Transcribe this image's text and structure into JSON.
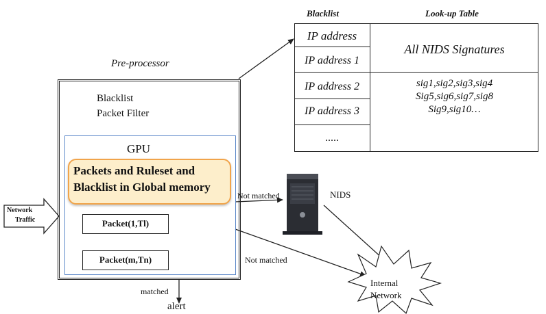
{
  "table": {
    "blacklist_header": "Blacklist",
    "lookup_header": "Look-up Table",
    "blacklist_rows": [
      "IP address",
      "IP address 1",
      "IP address 2",
      "IP address 3",
      "....."
    ],
    "lookup_top": "All NIDS Signatures",
    "signature_lines": [
      "sig1,sig2,sig3,sig4",
      "Sig5,sig6,sig7,sig8",
      "Sig9,sig10…"
    ]
  },
  "preprocessor": {
    "title": "Pre-processor",
    "filter_line1": "Blacklist",
    "filter_line2": "Packet Filter"
  },
  "gpu": {
    "title": "GPU",
    "memory_line1": "Packets and Ruleset and",
    "memory_line2": "Blacklist in Global memory",
    "packet_first": "Packet(1,Tl)",
    "packet_last": "Packet(m,Tn)"
  },
  "input": {
    "line1": "Network",
    "line2": "Traffic"
  },
  "labels": {
    "not_matched_top": "Not matched",
    "not_matched_bottom": "Not matched",
    "nids": "NIDS",
    "matched": "matched",
    "alert": "alert",
    "internal_line1": "Internal",
    "internal_line2": "Network"
  },
  "colors": {
    "gpu_border": "#5a86c8",
    "memory_fill": "#fdeecb",
    "memory_border": "#f1a44a",
    "server_body": "#2b2d33"
  }
}
